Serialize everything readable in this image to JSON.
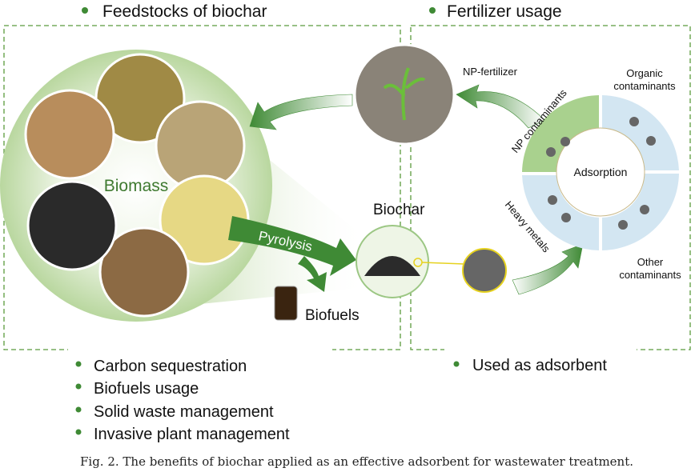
{
  "headers": {
    "feedstocks": "Feedstocks of biochar",
    "fertilizer": "Fertilizer usage"
  },
  "labels": {
    "biomass": "Biomass",
    "biochar": "Biochar",
    "pyrolysis": "Pyrolysis",
    "biofuels": "Biofuels",
    "np_fertilizer": "NP-fertilizer",
    "adsorption": "Adsorption",
    "used_as_adsorbent": "Used as adsorbent"
  },
  "ring": {
    "np": "NP contaminants",
    "organic_1": "Organic",
    "organic_2": "contaminants",
    "heavy": "Heavy metals",
    "other_1": "Other",
    "other_2": "contaminants"
  },
  "benefits": [
    "Carbon sequestration",
    "Biofuels usage",
    "Solid waste management",
    "Invasive plant management"
  ],
  "caption": "Fig. 2. The benefits of biochar applied as an effective adsorbent for wastewater treatment.",
  "colors": {
    "green": "#5a9a3c",
    "dark_green": "#2f6b2a",
    "light_green": "#d6e8c6",
    "ring_green": "#a9d18e",
    "ring_blue": "#d3e6f2",
    "dash": "#5a9a3c"
  }
}
